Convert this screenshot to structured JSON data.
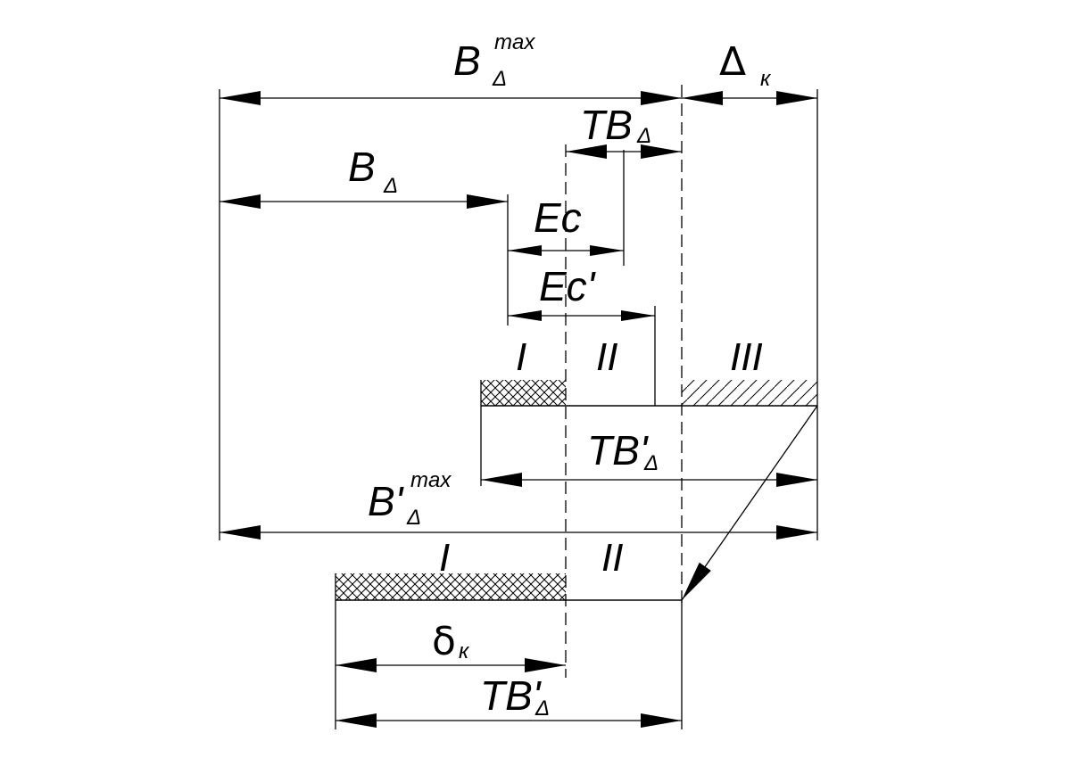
{
  "labels": {
    "b_delta_max_main": "B",
    "b_delta_max_sup": "max",
    "b_delta_max_sub": "Δ",
    "delta_k_main": "Δ",
    "delta_k_sub": "к",
    "tb_delta_top_main": "TB",
    "tb_delta_top_sub": "Δ",
    "b_delta_main": "B",
    "b_delta_sub": "Δ",
    "ec": "Ec",
    "ec_prime": "Ec'",
    "zone_i_top": "I",
    "zone_ii_top": "II",
    "zone_iii_top": "III",
    "tb_delta_prime_mid_main": "TB'",
    "tb_delta_prime_mid_sub": "Δ",
    "b_delta_prime_max_main": "B'",
    "b_delta_prime_max_sup": "max",
    "b_delta_prime_max_sub": "Δ",
    "zone_i_bottom": "I",
    "zone_ii_bottom": "II",
    "delta_small_k_main": "δ",
    "delta_small_k_sub": "к",
    "tb_delta_prime_bottom_main": "TB'",
    "tb_delta_prime_bottom_sub": "Δ"
  }
}
